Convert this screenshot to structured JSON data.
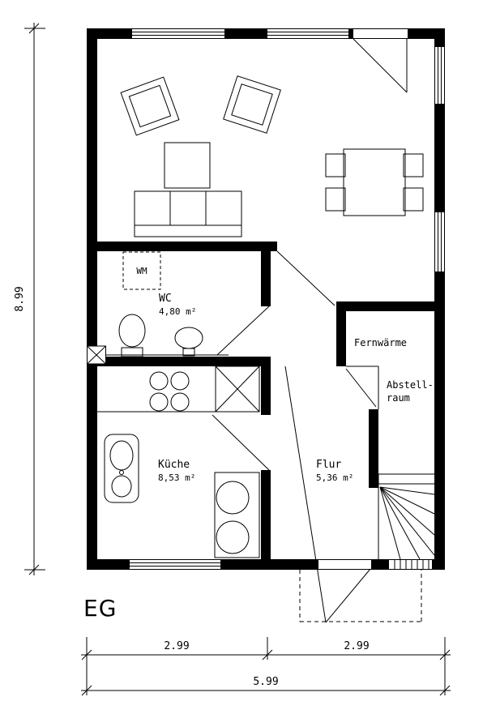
{
  "plan": {
    "floor_label": "EG",
    "rooms": {
      "wc": {
        "name": "WC",
        "area": "4,80 m²"
      },
      "kueche": {
        "name": "Küche",
        "area": "8,53 m²"
      },
      "flur": {
        "name": "Flur",
        "area": "5,36 m²"
      },
      "fernwaerme": {
        "name": "Fernwärme"
      },
      "abstellraum": {
        "line1": "Abstell-",
        "line2": "raum"
      }
    },
    "appliances": {
      "washing_machine": "WM"
    },
    "dimensions": {
      "total_height": "8.99",
      "bottom_left": "2.99",
      "bottom_right": "2.99",
      "total_width": "5.99"
    },
    "colors": {
      "line": "#000000",
      "background": "#ffffff"
    }
  }
}
